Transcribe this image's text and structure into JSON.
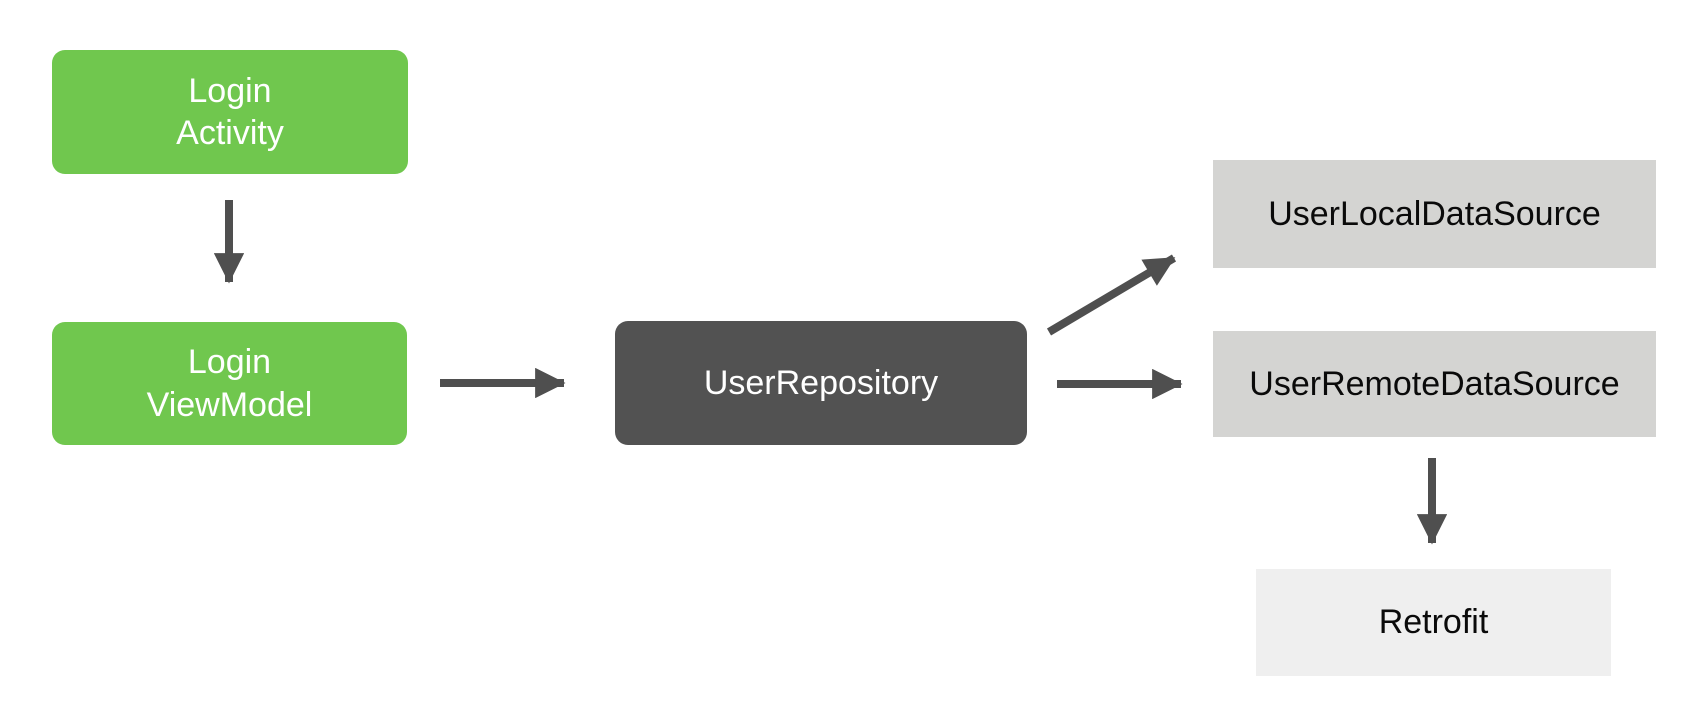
{
  "diagram": {
    "type": "architecture-flow",
    "background": "#FFFFFF",
    "colors": {
      "ui_layer_box": "#70C74E",
      "repository_box": "#525252",
      "data_source_box": "#D4D4D2",
      "library_box": "#EFEFEF",
      "arrow": "#4F4F4F",
      "text_on_dark": "#FFFFFF",
      "text_on_light": "#0A0A0A"
    },
    "nodes": [
      {
        "id": "login-activity",
        "label": "Login\nActivity"
      },
      {
        "id": "login-viewmodel",
        "label": "Login\nViewModel"
      },
      {
        "id": "user-repository",
        "label": "UserRepository"
      },
      {
        "id": "user-local-data-source",
        "label": "UserLocalDataSource"
      },
      {
        "id": "user-remote-data-source",
        "label": "UserRemoteDataSource"
      },
      {
        "id": "retrofit",
        "label": "Retrofit"
      }
    ],
    "edges": [
      {
        "from": "login-activity",
        "to": "login-viewmodel",
        "direction": "down"
      },
      {
        "from": "login-viewmodel",
        "to": "user-repository",
        "direction": "right"
      },
      {
        "from": "user-repository",
        "to": "user-local-data-source",
        "direction": "up-right"
      },
      {
        "from": "user-repository",
        "to": "user-remote-data-source",
        "direction": "right"
      },
      {
        "from": "user-remote-data-source",
        "to": "retrofit",
        "direction": "down"
      }
    ]
  }
}
